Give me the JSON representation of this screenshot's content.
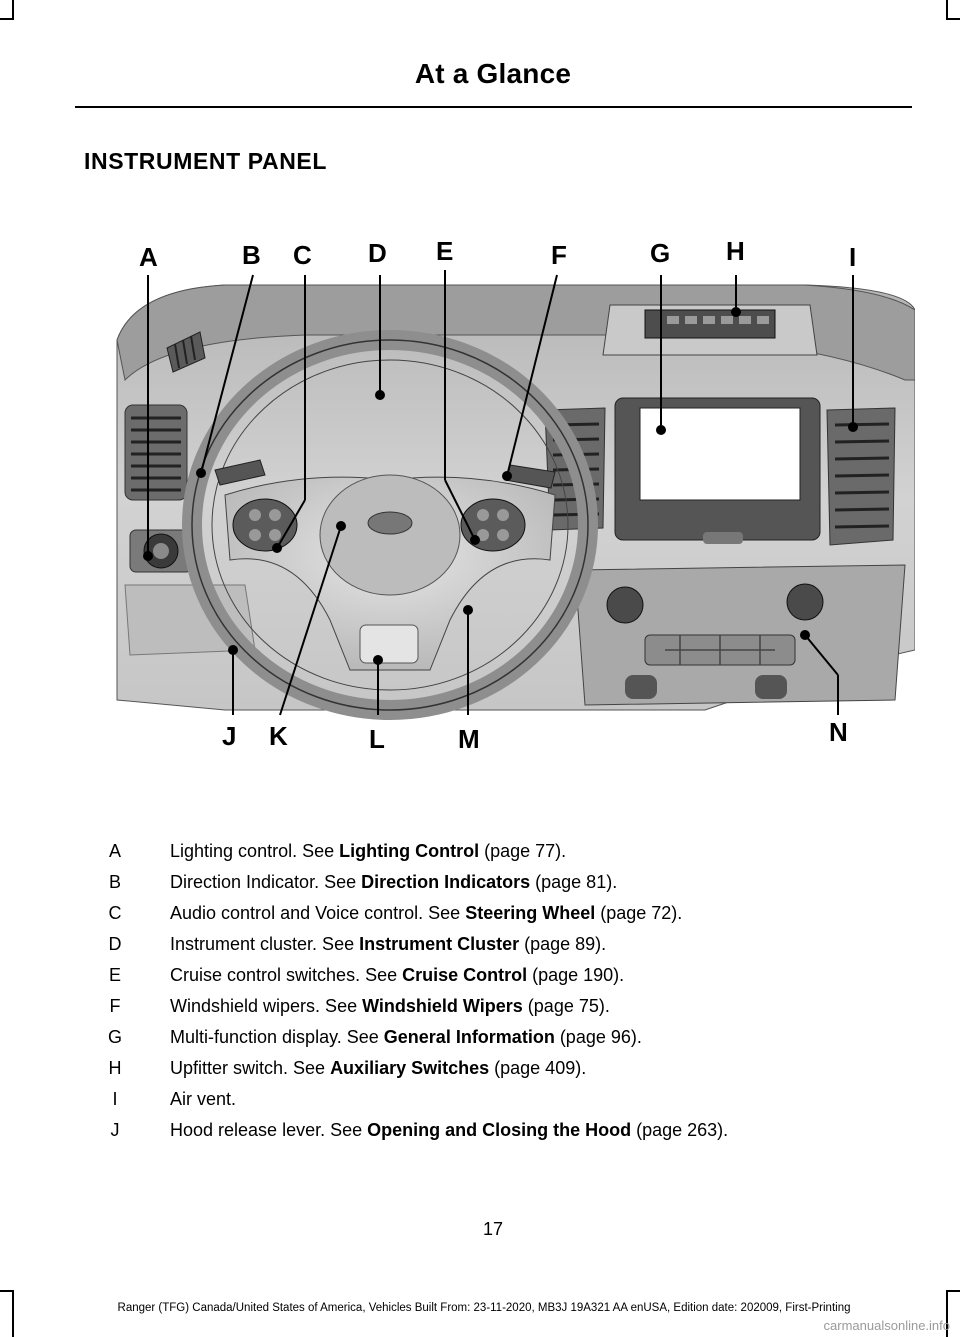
{
  "header": {
    "title": "At a Glance"
  },
  "section": {
    "heading": "INSTRUMENT PANEL"
  },
  "figure": {
    "callouts": {
      "A": "A",
      "B": "B",
      "C": "C",
      "D": "D",
      "E": "E",
      "F": "F",
      "G": "G",
      "H": "H",
      "I": "I",
      "J": "J",
      "K": "K",
      "L": "L",
      "M": "M",
      "N": "N"
    }
  },
  "items": [
    {
      "letter": "A",
      "text": "Lighting control. See ",
      "ref": "Lighting Control",
      "page": " (page 77)."
    },
    {
      "letter": "B",
      "text": "Direction Indicator.  See ",
      "ref": "Direction Indicators",
      "page": " (page 81)."
    },
    {
      "letter": "C",
      "text": "Audio control and Voice control.  See ",
      "ref": "Steering Wheel",
      "page": " (page 72)."
    },
    {
      "letter": "D",
      "text": "Instrument cluster. See ",
      "ref": "Instrument Cluster",
      "page": " (page 89)."
    },
    {
      "letter": "E",
      "text": "Cruise control switches. See ",
      "ref": "Cruise Control",
      "page": " (page 190)."
    },
    {
      "letter": "F",
      "text": "Windshield wipers.  See ",
      "ref": "Windshield Wipers",
      "page": " (page 75)."
    },
    {
      "letter": "G",
      "text": "Multi-function display. See ",
      "ref": "General Information",
      "page": " (page 96)."
    },
    {
      "letter": "H",
      "text": "Upfitter switch. See ",
      "ref": "Auxiliary Switches",
      "page": " (page 409)."
    },
    {
      "letter": "I",
      "text": "Air vent.",
      "ref": "",
      "page": ""
    },
    {
      "letter": "J",
      "text": "Hood release lever. See ",
      "ref": "Opening and Closing the Hood",
      "page": " (page 263)."
    }
  ],
  "footer": {
    "page_number": "17",
    "text": "Ranger (TFG) Canada/United States of America, Vehicles Built From: 23-11-2020, MB3J 19A321 AA enUSA, Edition date: 202009, First-Printing"
  },
  "watermark": {
    "text": "carmanualsonline.info"
  },
  "colors": {
    "text": "#000000",
    "watermark": "#9a9a9a",
    "background": "#ffffff"
  }
}
